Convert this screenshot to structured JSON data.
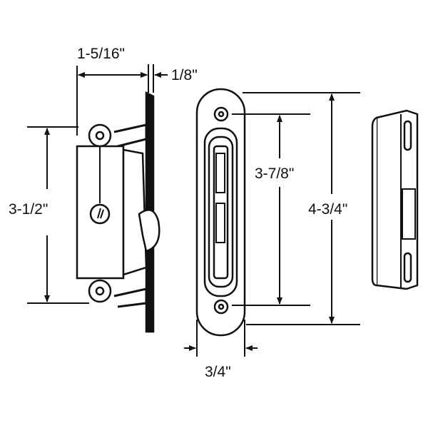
{
  "dimensions": {
    "latch_width": "1-5/16\"",
    "plate_thickness": "1/8\"",
    "latch_height": "3-1/2\"",
    "hole_spacing": "3-7/8\"",
    "strike_height": "4-3/4\"",
    "strike_width": "3/4\""
  },
  "colors": {
    "line": "#111111",
    "background": "#ffffff"
  }
}
